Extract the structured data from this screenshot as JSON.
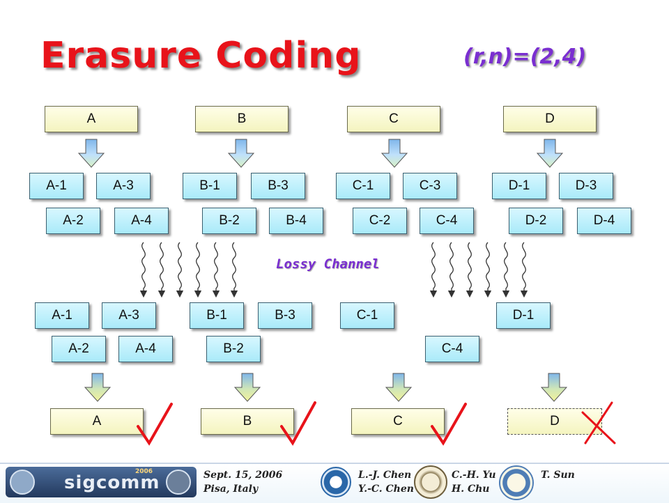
{
  "slide": {
    "title": "Erasure Coding",
    "params": "(r,n)=(2,4)",
    "channel_label": "Lossy Channel"
  },
  "source_blocks": [
    "A",
    "B",
    "C",
    "D"
  ],
  "encoded": {
    "A": [
      "A-1",
      "A-2",
      "A-3",
      "A-4"
    ],
    "B": [
      "B-1",
      "B-2",
      "B-3",
      "B-4"
    ],
    "C": [
      "C-1",
      "C-2",
      "C-3",
      "C-4"
    ],
    "D": [
      "D-1",
      "D-2",
      "D-3",
      "D-4"
    ]
  },
  "received": {
    "A": [
      "A-1",
      "A-2",
      "A-3",
      "A-4"
    ],
    "B": [
      "B-1",
      "B-2",
      "B-3"
    ],
    "C": [
      "C-1",
      "C-4"
    ],
    "D": [
      "D-1"
    ]
  },
  "decoded": [
    {
      "label": "A",
      "result": "success"
    },
    {
      "label": "B",
      "result": "success"
    },
    {
      "label": "C",
      "result": "success"
    },
    {
      "label": "D",
      "result": "failure"
    }
  ],
  "footer": {
    "logo_text": "sigcomm",
    "logo_year": "2006",
    "date": "Sept. 15, 2006",
    "place": "Pisa, Italy",
    "authors_1": [
      "L.-J. Chen",
      "Y.-C. Chen"
    ],
    "authors_2": [
      "C.-H. Yu",
      "H. Chu"
    ],
    "authors_3": "T. Sun"
  },
  "colors": {
    "title": "#e8131a",
    "accent": "#7a2fd0",
    "check": "#e8131a",
    "box_fill": "#bdeffb",
    "source_fill": "#fbfbd6"
  }
}
